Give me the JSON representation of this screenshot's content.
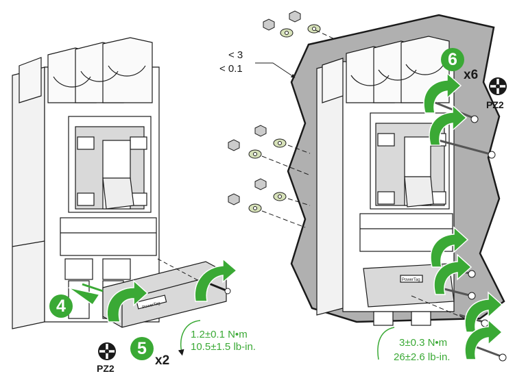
{
  "steps": {
    "remove_cover": "4",
    "fit_cover": "5",
    "fit_plate": "6"
  },
  "multipliers": {
    "cover_screws": "x2",
    "plate_screws": "x6"
  },
  "tool": {
    "left": "PZ2",
    "right": "PZ2"
  },
  "panel_thickness": {
    "line1": "< 3",
    "line2": "< 0.1"
  },
  "torque_cover": {
    "metric": "1.2±0.1 N•m",
    "imperial": "10.5±1.5 lb-in."
  },
  "torque_plate": {
    "metric": "3±0.3 N•m",
    "imperial": "26±2.6 lb-in."
  },
  "product_label": "PowerTag",
  "colors": {
    "accent": "#3aa935",
    "panel": "#b0b0b0",
    "body": "#ffffff",
    "window": "#d9d9d9",
    "outline": "#1a1a1a"
  }
}
